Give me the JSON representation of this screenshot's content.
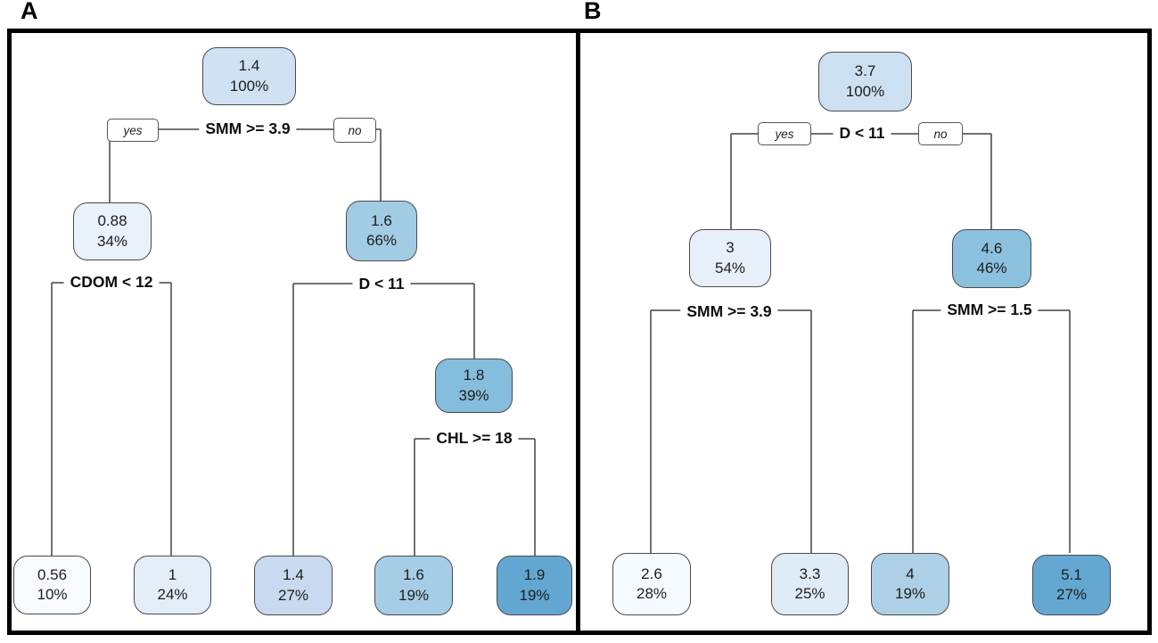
{
  "palette": {
    "frame": "#000000",
    "edge_line": "#444444",
    "node_border": "#4a4a4a",
    "node_text": "#1d1d1d",
    "background": "#ffffff"
  },
  "panels": [
    {
      "label": "A",
      "branch_labels": {
        "yes": "yes",
        "no": "no"
      },
      "nodes": [
        {
          "role": "root",
          "value": "1.4",
          "percent": "100%",
          "fill": "#cfe1f3"
        },
        {
          "role": "internal",
          "value": "0.88",
          "percent": "34%",
          "fill": "#e9f1fa"
        },
        {
          "role": "internal",
          "value": "1.6",
          "percent": "66%",
          "fill": "#a2cbe4"
        },
        {
          "role": "internal",
          "value": "1.8",
          "percent": "39%",
          "fill": "#85bddc"
        },
        {
          "role": "leaf",
          "value": "0.56",
          "percent": "10%",
          "fill": "#f7fbff"
        },
        {
          "role": "leaf",
          "value": "1",
          "percent": "24%",
          "fill": "#e2edf8"
        },
        {
          "role": "leaf",
          "value": "1.4",
          "percent": "27%",
          "fill": "#c9d9ef"
        },
        {
          "role": "leaf",
          "value": "1.6",
          "percent": "19%",
          "fill": "#a5cde6"
        },
        {
          "role": "leaf",
          "value": "1.9",
          "percent": "19%",
          "fill": "#62a7d2"
        }
      ],
      "splits": [
        {
          "condition": "SMM >= 3.9"
        },
        {
          "condition": "CDOM < 12"
        },
        {
          "condition": "D < 11"
        },
        {
          "condition": "CHL >= 18"
        }
      ]
    },
    {
      "label": "B",
      "branch_labels": {
        "yes": "yes",
        "no": "no"
      },
      "nodes": [
        {
          "role": "root",
          "value": "3.7",
          "percent": "100%",
          "fill": "#cde0f2"
        },
        {
          "role": "internal",
          "value": "3",
          "percent": "54%",
          "fill": "#e7f0fa"
        },
        {
          "role": "internal",
          "value": "4.6",
          "percent": "46%",
          "fill": "#8bc0de"
        },
        {
          "role": "leaf",
          "value": "2.6",
          "percent": "28%",
          "fill": "#f5fafe"
        },
        {
          "role": "leaf",
          "value": "3.3",
          "percent": "25%",
          "fill": "#dfebf7"
        },
        {
          "role": "leaf",
          "value": "4",
          "percent": "19%",
          "fill": "#aed0e6"
        },
        {
          "role": "leaf",
          "value": "5.1",
          "percent": "27%",
          "fill": "#64a8d2"
        }
      ],
      "splits": [
        {
          "condition": "D < 11"
        },
        {
          "condition": "SMM >= 3.9"
        },
        {
          "condition": "SMM >= 1.5"
        }
      ]
    }
  ]
}
